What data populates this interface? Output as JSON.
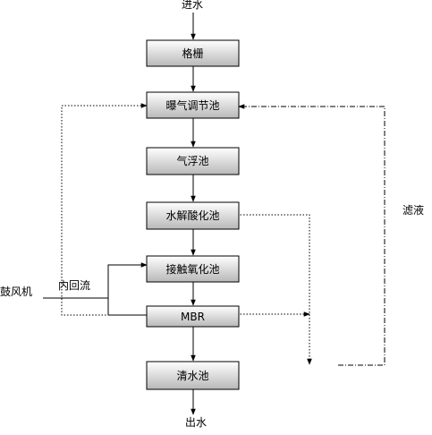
{
  "colors": {
    "box_fill_top": "#ffffff",
    "box_fill_bottom": "#b8b8b8",
    "line": "#000000"
  },
  "labels": {
    "inlet": "进水",
    "outlet": "出水",
    "blower": "鼓风机",
    "internal_reflux": "内回流",
    "filtrate": "滤液"
  },
  "steps": [
    {
      "id": "screen",
      "label": "格栅"
    },
    {
      "id": "equalization",
      "label": "曝气调节池"
    },
    {
      "id": "flotation",
      "label": "气浮池"
    },
    {
      "id": "hydrolysis",
      "label": "水解酸化池"
    },
    {
      "id": "contact_oxidation",
      "label": "接触氧化池"
    },
    {
      "id": "mbr",
      "label": "MBR"
    },
    {
      "id": "clear_water",
      "label": "清水池"
    }
  ]
}
